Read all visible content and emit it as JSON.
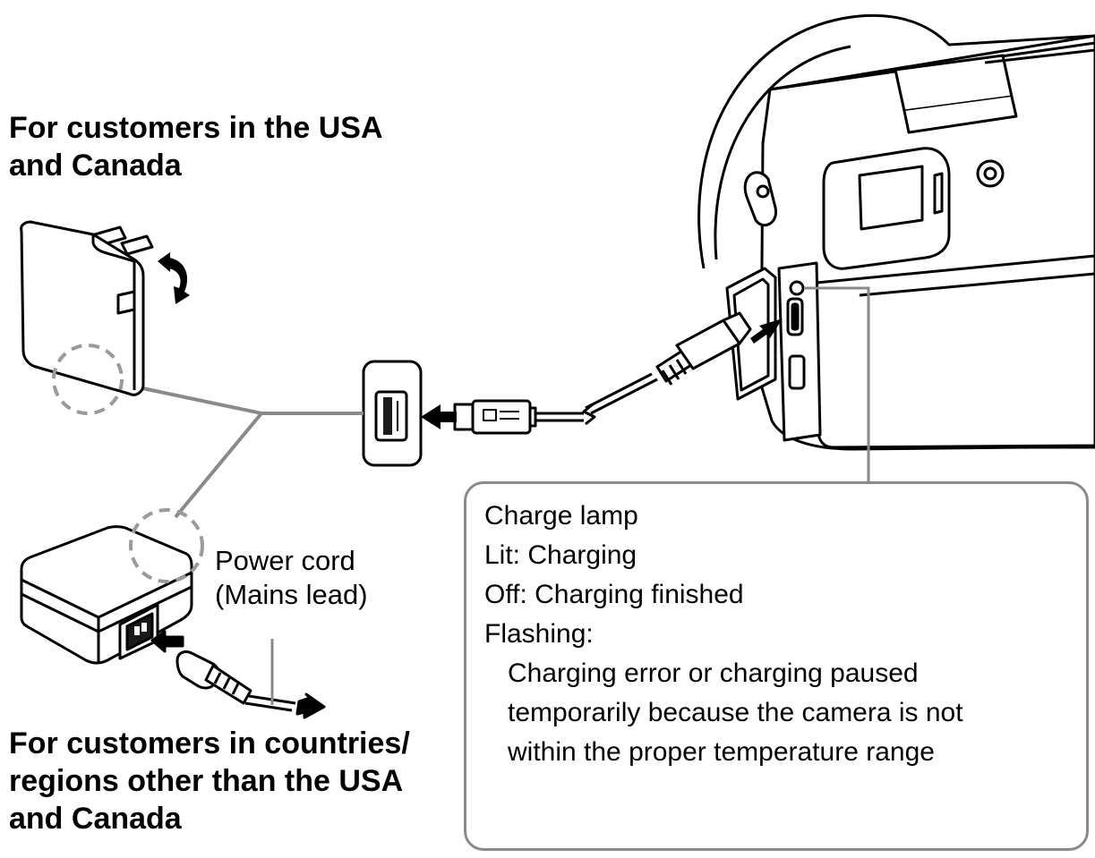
{
  "heading_usa": {
    "line1": "For customers in the USA",
    "line2": "and Canada"
  },
  "heading_other": {
    "line1": "For customers in countries/",
    "line2": "regions other than the USA",
    "line3": "and Canada"
  },
  "power_cord_label": {
    "line1": "Power cord",
    "line2": "(Mains lead)"
  },
  "charge_lamp": {
    "title": "Charge lamp",
    "lit": "Lit: Charging",
    "off": "Off: Charging finished",
    "flashing": "Flashing:",
    "flashing_detail_1": "Charging error or charging paused",
    "flashing_detail_2": "temporarily because the camera is not",
    "flashing_detail_3": "within the proper temperature range"
  },
  "colors": {
    "ink": "#000000",
    "line_gray": "#8a8a8a",
    "fill_light": "#f2f2f2",
    "fill_dark": "#1a1a1a"
  }
}
